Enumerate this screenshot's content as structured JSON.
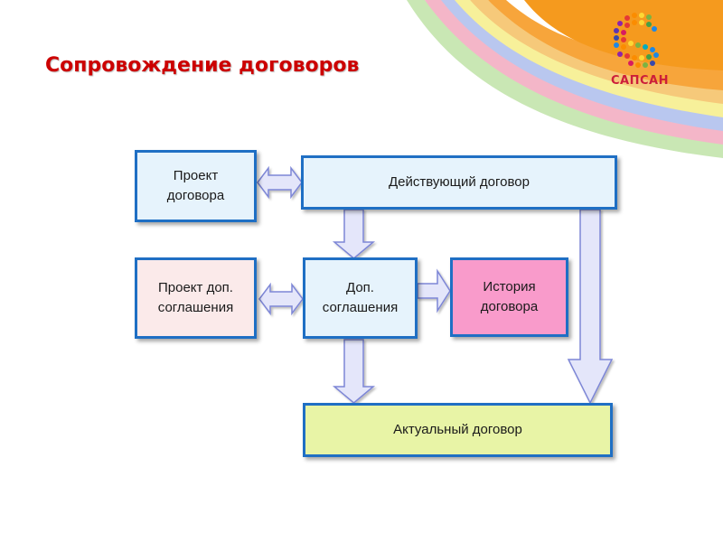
{
  "slide": {
    "title": "Сопровождение договоров"
  },
  "logo": {
    "text": "САПСАН",
    "icon": "sapsan-dots-logo"
  },
  "diagram": {
    "nodes": {
      "project_contract": "Проект\nдоговора",
      "active_contract": "Действующий договор",
      "project_addendum": "Проект доп.\nсоглашения",
      "addendum": "Доп.\nсоглашения",
      "contract_history": "История\nдоговора",
      "current_contract": "Актуальный договор"
    },
    "colors": {
      "border": "#1f6fc4",
      "light_blue": "#e6f3fc",
      "light_pink": "#fbeaea",
      "pink": "#f99bcb",
      "light_green": "#e8f4a6",
      "arrow_fill": "#e4e6fa",
      "arrow_stroke": "#7d86d6"
    }
  }
}
